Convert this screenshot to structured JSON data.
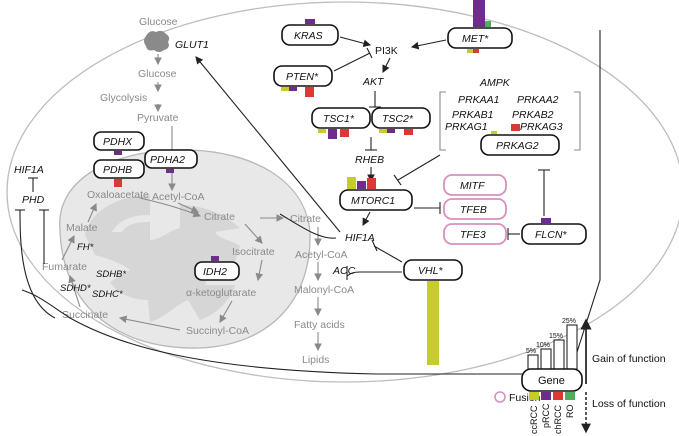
{
  "colors": {
    "ccRCC": "#c5cc2c",
    "pRCC": "#6e2d8c",
    "chRCC": "#d93a35",
    "RO": "#4fae57",
    "fusion_outline": "#d98fc0"
  },
  "metabolites": {
    "glucose_top": "Glucose",
    "glucose_in": "Glucose",
    "glycolysis": "Glycolysis",
    "pyruvate": "Pyruvate",
    "acetyl_coa_mito": "Acetyl-CoA",
    "oxaloacetate": "Oxaloacetate",
    "citrate_mito": "Citrate",
    "malate": "Malate",
    "fumarate": "Fumarate",
    "isocitrate": "Isocitrate",
    "akg": "α-ketoglutarate",
    "succinate": "Succinate",
    "succinyl_coa": "Succinyl-CoA",
    "citrate_cyto": "Citrate",
    "acetyl_coa_cyto": "Acetyl-CoA",
    "malonyl_coa": "Malonyl-CoA",
    "fatty_acids": "Fatty acids",
    "lipids": "Lipids"
  },
  "genes": {
    "glut1": "GLUT1",
    "kras": "KRAS",
    "met": "MET*",
    "pi3k": "PI3K",
    "pten": "PTEN*",
    "akt": "AKT",
    "ampk": "AMPK",
    "prkaa1": "PRKAA1",
    "prkaa2": "PRKAA2",
    "prkab1": "PRKAB1",
    "prkab2": "PRKAB2",
    "prkag1": "PRKAG1",
    "prkag3": "PRKAG3",
    "prkag2": "PRKAG2",
    "tsc1": "TSC1*",
    "tsc2": "TSC2*",
    "rheb": "RHEB",
    "mtorc1": "MTORC1",
    "mitf": "MITF",
    "tfeb": "TFEB",
    "tfe3": "TFE3",
    "flcn": "FLCN*",
    "hif1a_center": "HIF1A",
    "acc": "ACC",
    "vhl": "VHL*",
    "pdhx": "PDHX",
    "pdhb": "PDHB",
    "pdha2": "PDHA2",
    "idh2": "IDH2",
    "fh": "FH*",
    "sdhb": "SDHB*",
    "sdhd": "SDHD*",
    "sdhc": "SDHC*",
    "hif1a_left": "HIF1A",
    "phd": "PHD"
  },
  "legend": {
    "fusion": "Fusion",
    "gene": "Gene",
    "gain": "Gain of function",
    "loss": "Loss of function",
    "percent_labels": [
      "5%",
      "10%",
      "15%",
      "25%"
    ],
    "subtypes": [
      "ccRCC",
      "pRCC",
      "chRCC",
      "RO"
    ]
  }
}
